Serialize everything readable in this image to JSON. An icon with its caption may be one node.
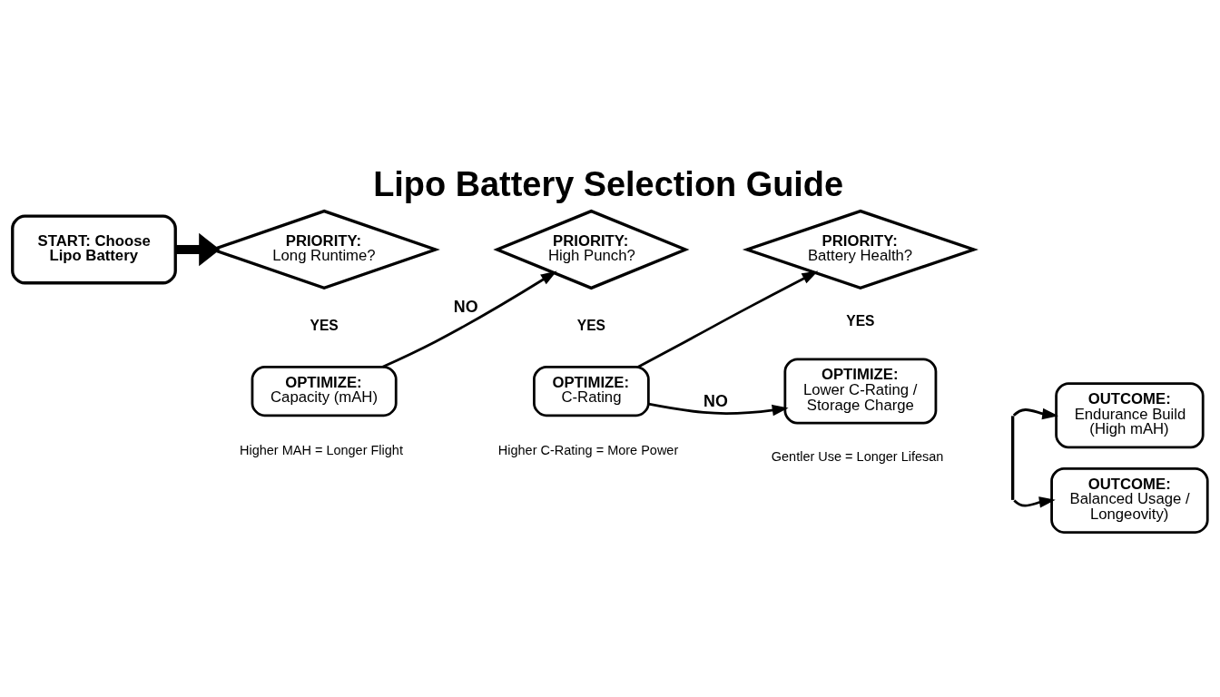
{
  "diagram": {
    "title": "Lipo Battery Selection Guide",
    "nodes": [
      {
        "text": [
          "START: Choose Lipo Battery"
        ]
      },
      {
        "text": [
          "PRIORITY:",
          "Long Runtime?"
        ]
      },
      {
        "text": [
          "OPTIMIZE:",
          "Capacity (mAH)"
        ],
        "beside": [
          "Higher MAH = Longer Flight"
        ]
      },
      {
        "text": [
          "PRIORITY:",
          "High Punch?"
        ]
      },
      {
        "text": [
          "OPTIMIZE:",
          "C-Rating"
        ],
        "beside": [
          "Higher C-Rating = More Power"
        ]
      },
      {
        "text": [
          "PRIORITY:",
          "Battery Health?"
        ]
      },
      {
        "text": [
          "OPTIMIZE:",
          "Lower C-Rating / Storage Charge"
        ],
        "beside": [
          "Gentler Use = Longer Lifesan"
        ]
      },
      {
        "text": [],
        "shape": "bar"
      },
      {
        "text": [
          "OUTCOME:",
          "Endurance Build (High mAH)"
        ]
      },
      {
        "text": [
          "OUTCOME:",
          "Balanced Usage / Longeovity)"
        ]
      }
    ],
    "edges": [
      {
        "from": 0,
        "to": 1,
        "arrow": "to",
        "style": "thick"
      },
      {
        "from": 2,
        "to": 3,
        "arrow": "to",
        "label": "NO"
      },
      {
        "from": 4,
        "to": 5,
        "arrow": "to"
      },
      {
        "from": 4,
        "to": 6,
        "arrow": "to",
        "label": "NO"
      },
      {
        "from": 7,
        "to": 8,
        "arrow": "to"
      },
      {
        "from": 7,
        "to": 9,
        "arrow": "to"
      }
    ],
    "labels": [
      "YES",
      "YES",
      "YES"
    ]
  }
}
